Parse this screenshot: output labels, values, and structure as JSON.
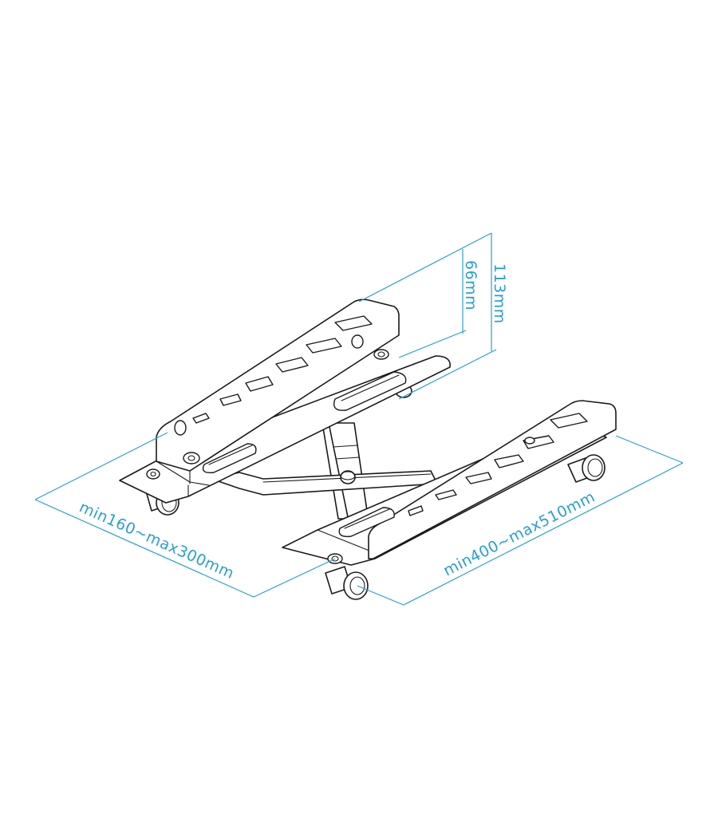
{
  "diagram": {
    "subject": "Adjustable PC tower stand with caster wheels (isometric line drawing)",
    "accent_color": "#2a9fd0",
    "line_color": "#1a1a1a",
    "background_color": "#ffffff",
    "dimensions": {
      "height_total": {
        "label": "113mm",
        "value_mm": 113
      },
      "height_side": {
        "label": "66mm",
        "value_mm": 66
      },
      "width": {
        "label": "min160~max300mm",
        "min_mm": 160,
        "max_mm": 300
      },
      "length": {
        "label": "min400~max510mm",
        "min_mm": 400,
        "max_mm": 510
      }
    },
    "parts": [
      {
        "name": "rear rail bracket",
        "features": [
          "side wall with 6 cutouts",
          "2 slotted guides",
          "2 screw holes",
          "pin"
        ]
      },
      {
        "name": "front rail bracket",
        "features": [
          "side wall with 6 cutouts",
          "slotted guide",
          "screw hole"
        ]
      },
      {
        "name": "cross-brace frame",
        "features": [
          "telescoping bars",
          "locking knob"
        ]
      },
      {
        "name": "caster wheels",
        "count": 4
      }
    ]
  }
}
